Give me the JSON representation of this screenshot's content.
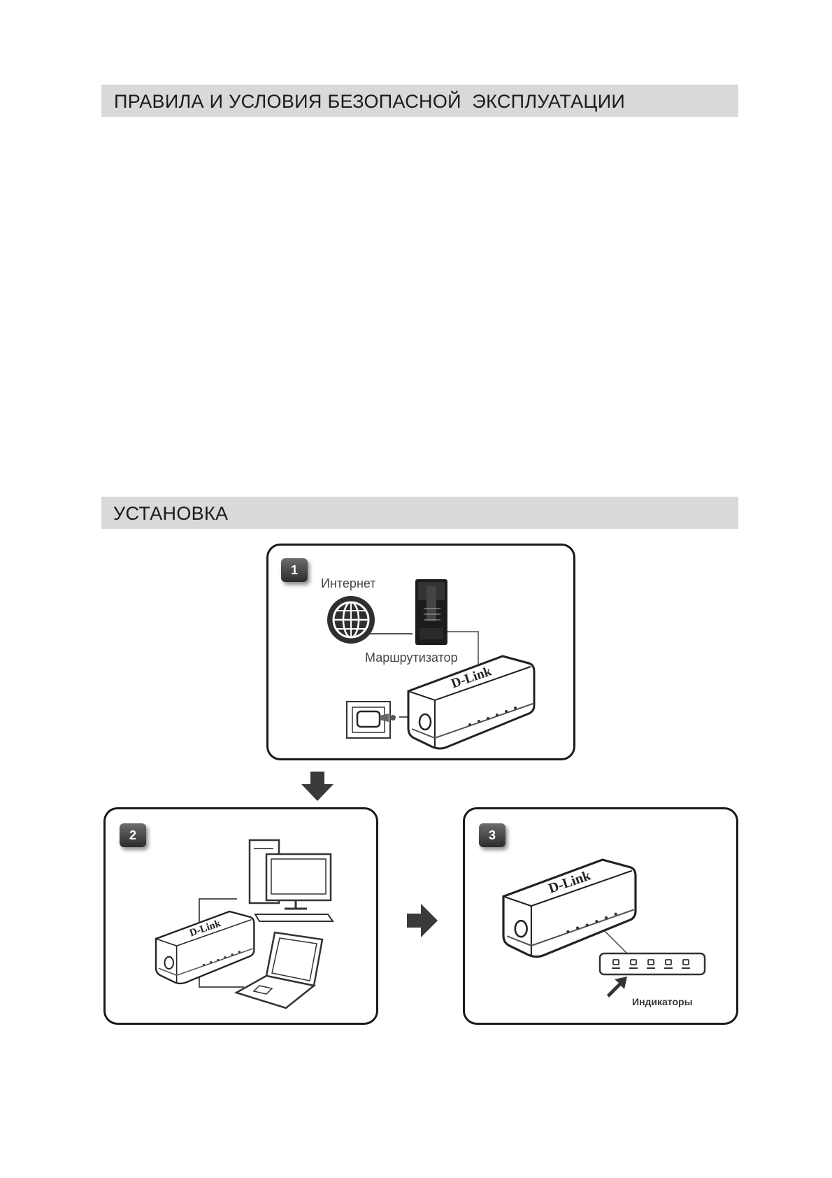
{
  "sections": {
    "safety_title": "ПРАВИЛА И УСЛОВИЯ БЕЗОПАСНОЙ  ЭКСПЛУАТАЦИИ",
    "install_title": "УСТАНОВКА"
  },
  "step1": {
    "number": "1",
    "internet_label": "Интернет",
    "router_label": "Маршрутизатор",
    "brand": "D-Link"
  },
  "step2": {
    "number": "2",
    "brand": "D-Link"
  },
  "step3": {
    "number": "3",
    "brand": "D-Link",
    "indicators_label": "Индикаторы"
  },
  "icons": [
    "globe-icon",
    "router-icon",
    "switch-icon",
    "power-outlet-icon",
    "desktop-pc-icon",
    "laptop-icon",
    "arrow-down-icon",
    "arrow-right-icon",
    "led-indicators-icon"
  ],
  "colors": {
    "section_bar": "#d9d9d9",
    "panel_border": "#1a1a1a",
    "badge": "#3a3a3a"
  }
}
